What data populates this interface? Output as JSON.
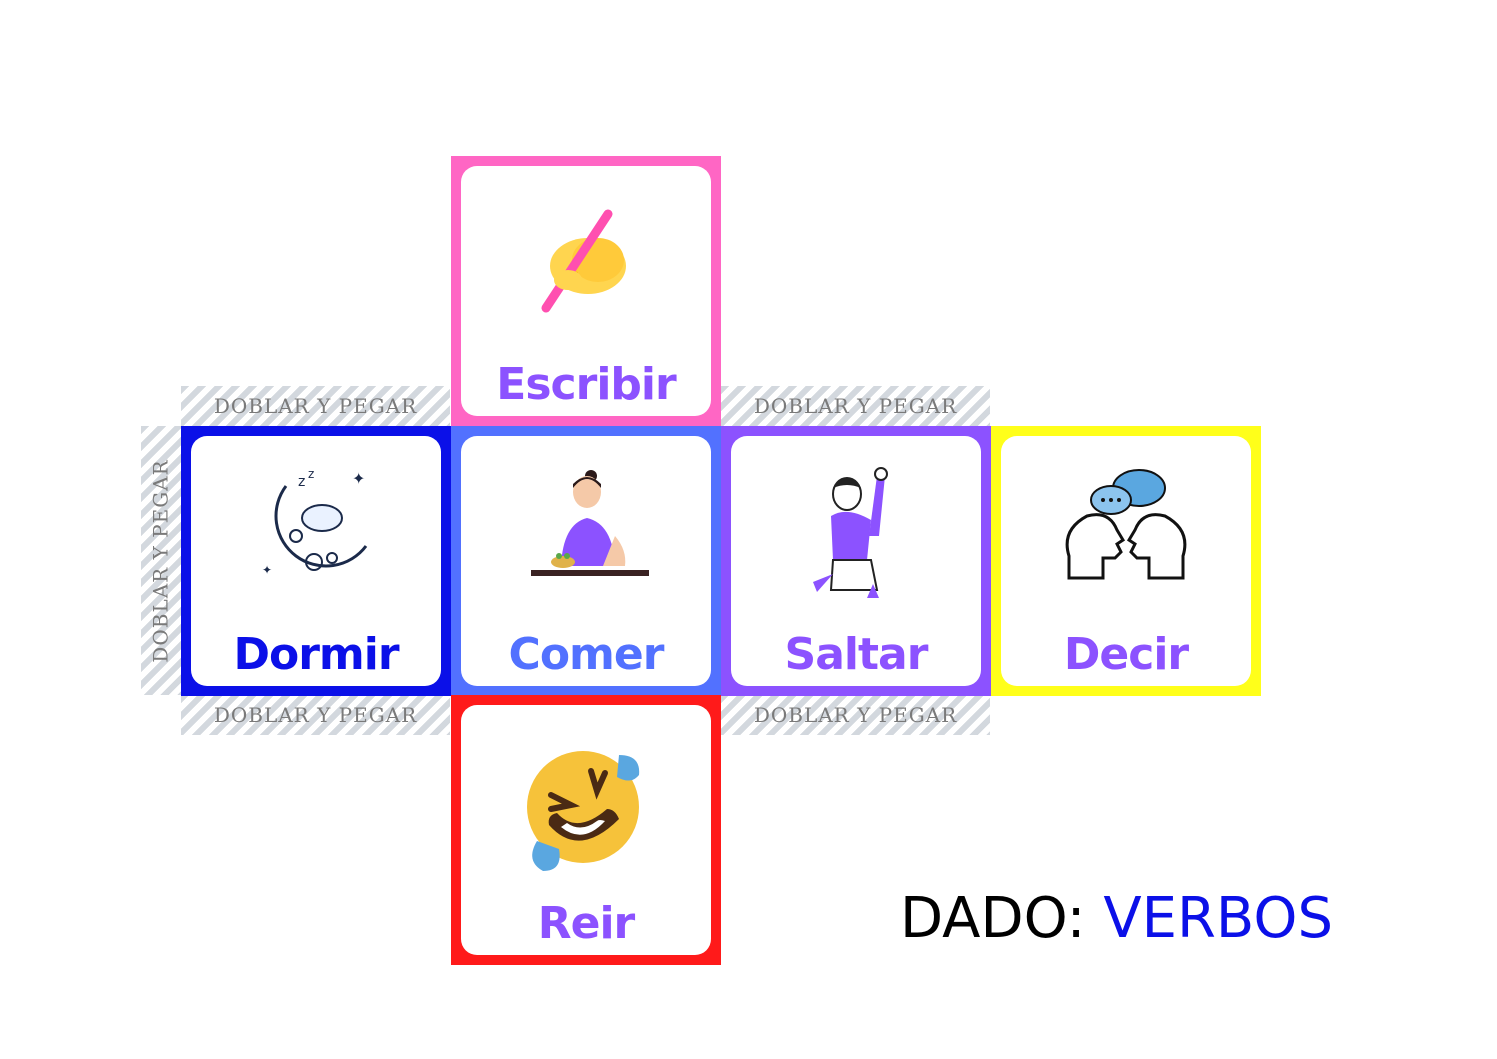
{
  "tab_label": "DOBLAR Y PEGAR",
  "faces": {
    "escribir": {
      "label": "Escribir",
      "border_color": "#ff66c4",
      "label_color": "#8c52ff",
      "icon": "writing-hand-icon"
    },
    "dormir": {
      "label": "Dormir",
      "border_color": "#0b10e8",
      "label_color": "#0b10e8",
      "icon": "sleeping-moon-sheep-icon"
    },
    "comer": {
      "label": "Comer",
      "border_color": "#5271ff",
      "label_color": "#5271ff",
      "icon": "woman-eating-icon"
    },
    "saltar": {
      "label": "Saltar",
      "border_color": "#8c52ff",
      "label_color": "#8c52ff",
      "icon": "jumping-person-icon"
    },
    "decir": {
      "label": "Decir",
      "border_color": "#ffff1a",
      "label_color": "#8c52ff",
      "icon": "talking-heads-icon"
    },
    "reir": {
      "label": "Reir",
      "border_color": "#ff1a1a",
      "label_color": "#8c52ff",
      "icon": "rolling-laughing-icon"
    }
  },
  "title": {
    "prefix": "DADO: ",
    "highlight": "VERBOS",
    "prefix_color": "#000000",
    "highlight_color": "#0b10e8"
  }
}
